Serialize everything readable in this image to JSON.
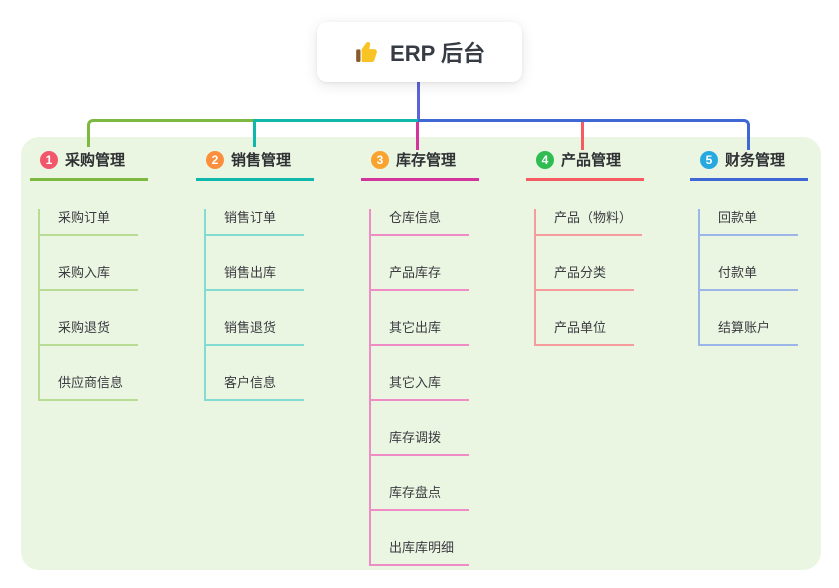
{
  "root": {
    "title": "ERP 后台",
    "icon": "thumbs-up-icon"
  },
  "colors": {
    "panel_bg": "#eaf6e2",
    "root_connector": "#5c65d8",
    "card_bg": "#ffffff",
    "title_text": "#2e3033",
    "child_text": "#3b3b40"
  },
  "branches": [
    {
      "index": "1",
      "label": "采购管理",
      "badge_color": "#f1566b",
      "line_color": "#7db940",
      "light_color": "#b9dc95",
      "children": [
        "采购订单",
        "采购入库",
        "采购退货",
        "供应商信息"
      ]
    },
    {
      "index": "2",
      "label": "销售管理",
      "badge_color": "#fb8f3d",
      "line_color": "#10b8ab",
      "light_color": "#82dcd2",
      "children": [
        "销售订单",
        "销售出库",
        "销售退货",
        "客户信息"
      ]
    },
    {
      "index": "3",
      "label": "库存管理",
      "badge_color": "#f9a32e",
      "line_color": "#d3359c",
      "light_color": "#ef8cc5",
      "children": [
        "仓库信息",
        "产品库存",
        "其它出库",
        "其它入库",
        "库存调拨",
        "库存盘点",
        "出库库明细"
      ]
    },
    {
      "index": "4",
      "label": "产品管理",
      "badge_color": "#2fbd52",
      "line_color": "#f65b61",
      "light_color": "#f89b9d",
      "children": [
        "产品（物料）",
        "产品分类",
        "产品单位"
      ]
    },
    {
      "index": "5",
      "label": "财务管理",
      "badge_color": "#27a9e0",
      "line_color": "#3f68d4",
      "light_color": "#9cb6e8",
      "children": [
        "回款单",
        "付款单",
        "结算账户"
      ]
    }
  ]
}
